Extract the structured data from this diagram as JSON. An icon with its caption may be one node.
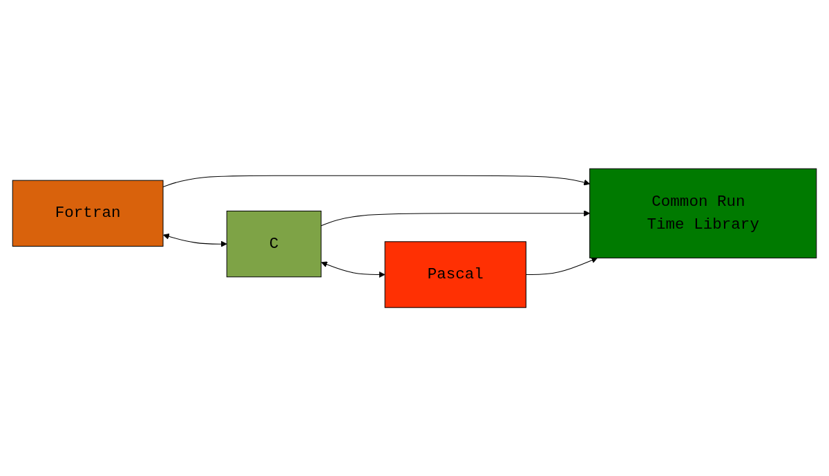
{
  "diagram": {
    "nodes": [
      {
        "text": [
          "Fortran"
        ]
      },
      {
        "text": [
          "C"
        ]
      },
      {
        "text": [
          "Pascal"
        ]
      },
      {
        "text": [
          "Common Run Time Library"
        ]
      }
    ],
    "edges": [
      {
        "from": 0,
        "to": 1,
        "arrow": "both"
      },
      {
        "from": 1,
        "to": 2,
        "arrow": "both"
      },
      {
        "from": 0,
        "to": 3,
        "arrow": "to"
      },
      {
        "from": 1,
        "to": 3,
        "arrow": "to"
      },
      {
        "from": 2,
        "to": 3,
        "arrow": "to"
      }
    ]
  }
}
